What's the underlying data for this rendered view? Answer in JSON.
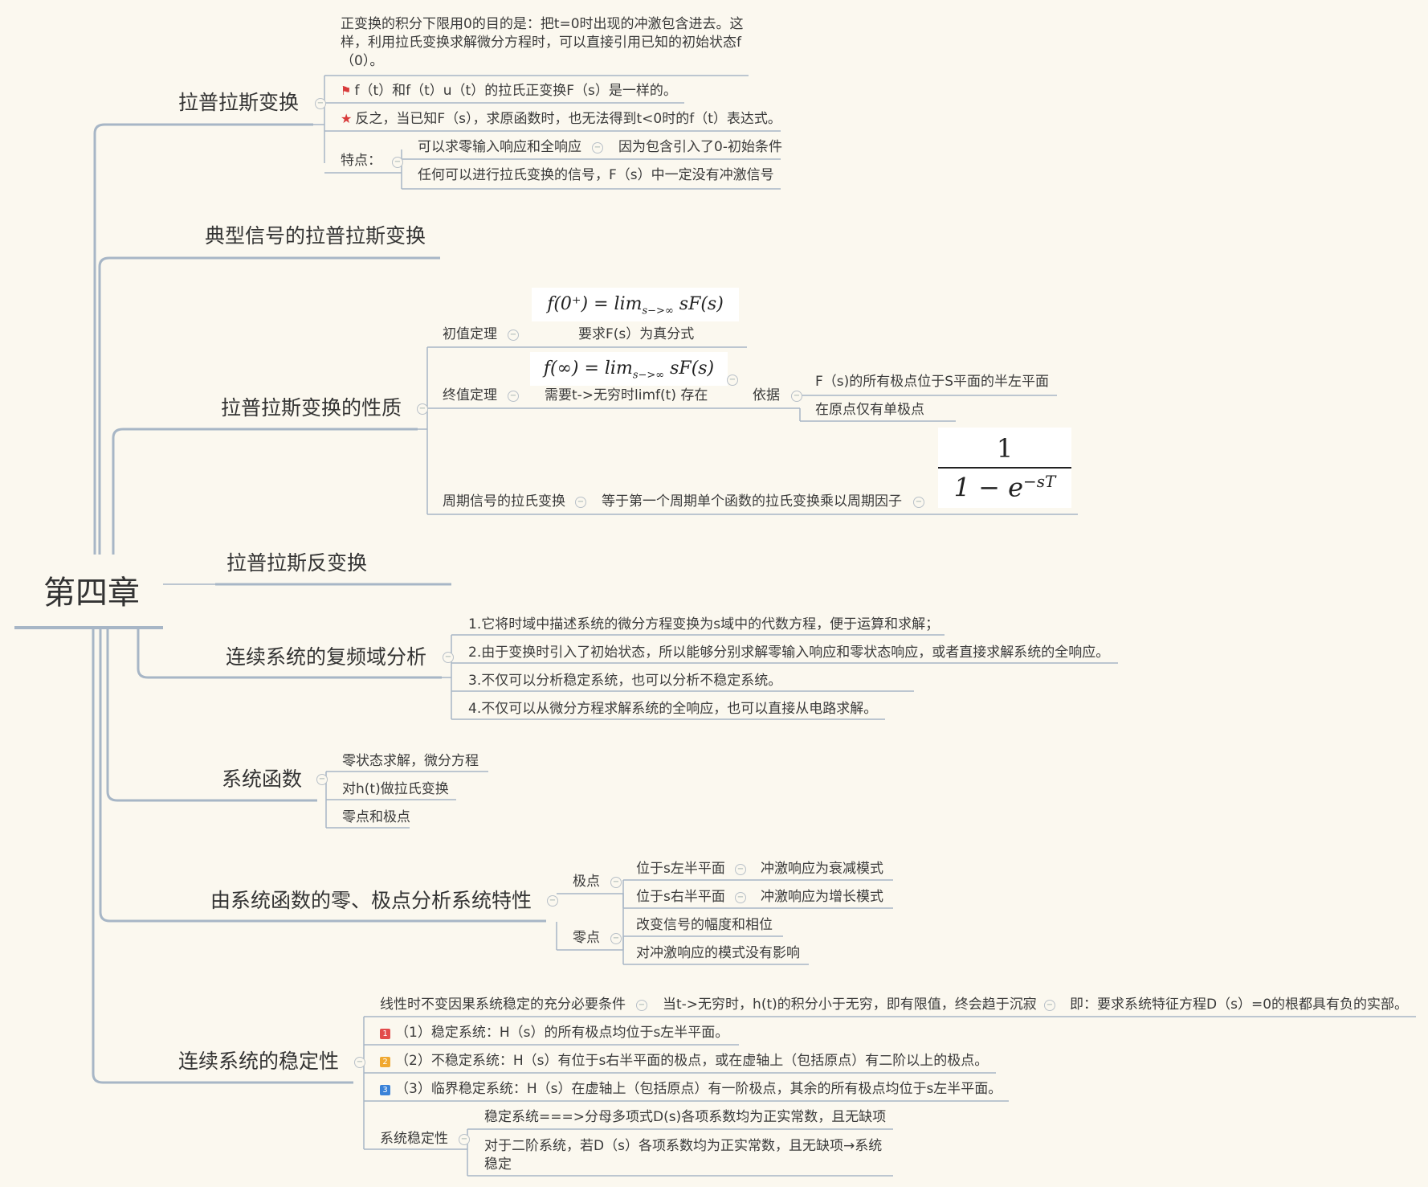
{
  "root": "第四章",
  "laplace": {
    "title": "拉普拉斯变换",
    "note": "正变换的积分下限用0的目的是：把t=0时出现的冲激包含进去。这样，利用拉氏变换求解微分方程时，可以直接引用已知的初始状态f（0）。",
    "item1": "f（t）和f（t）u（t）的拉氏正变换F（s）是一样的。",
    "item2": "反之，当已知F（s），求原函数时，也无法得到t<0时的f（t）表达式。",
    "features_label": "特点：",
    "feature1": "可以求零输入响应和全响应",
    "feature1_reason": "因为包含引入了0-初始条件",
    "feature2": "任何可以进行拉氏变换的信号，F（s）中一定没有冲激信号"
  },
  "typical": {
    "title": "典型信号的拉普拉斯变换"
  },
  "props": {
    "title": "拉普拉斯变换的性质",
    "initial_label": "初值定理",
    "initial_formula_lhs": "f(0⁺) = lim",
    "initial_formula_sub": "s−>∞",
    "initial_formula_rhs": " sF(s)",
    "initial_req": "要求F(s）为真分式",
    "final_label": "终值定理",
    "final_formula_lhs": "f(∞) = lim",
    "final_formula_sub": "s−>∞",
    "final_formula_rhs": " sF(s)",
    "final_req": "需要t->无穷时limf(t) 存在",
    "basis_label": "依据",
    "basis1": "F（s)的所有极点位于S平面的半左平面",
    "basis2": "在原点仅有单极点",
    "periodic_label": "周期信号的拉氏变换",
    "periodic_desc": "等于第一个周期单个函数的拉氏变换乘以周期因子",
    "periodic_num": "1",
    "periodic_den": "1 − e",
    "periodic_den_exp": "−sT"
  },
  "inverse": {
    "title": "拉普拉斯反变换"
  },
  "complex": {
    "title": "连续系统的复频域分析",
    "item1": "1.它将时域中描述系统的微分方程变换为s域中的代数方程，便于运算和求解；",
    "item2": "2.由于变换时引入了初始状态，所以能够分别求解零输入响应和零状态响应，或者直接求解系统的全响应。",
    "item3": "3.不仅可以分析稳定系统，也可以分析不稳定系统。",
    "item4": "4.不仅可以从微分方程求解系统的全响应，也可以直接从电路求解。"
  },
  "sysfunc": {
    "title": "系统函数",
    "item1": "零状态求解，微分方程",
    "item2": "对h(t)做拉氏变换",
    "item3": "零点和极点"
  },
  "zp": {
    "title": "由系统函数的零、极点分析系统特性",
    "pole_label": "极点",
    "pole1": "位于s左半平面",
    "pole1_res": "冲激响应为衰减模式",
    "pole2": "位于s右半平面",
    "pole2_res": "冲激响应为增长模式",
    "zero_label": "零点",
    "zero1": "改变信号的幅度和相位",
    "zero2": "对冲激响应的模式没有影响"
  },
  "stab": {
    "title": "连续系统的稳定性",
    "cond": "线性时不变因果系统稳定的充分必要条件",
    "cond2": "当t->无穷时，h(t)的积分小于无穷，即有限值，终会趋于沉寂",
    "cond3": "即：要求系统特征方程D（s）=0的根都具有负的实部。",
    "m1": "1",
    "item1": "（1）稳定系统：H（s）的所有极点均位于s左半平面。",
    "m2": "2",
    "item2": "（2）不稳定系统：H（s）有位于s右半平面的极点，或在虚轴上（包括原点）有二阶以上的极点。",
    "m3": "3",
    "item3": "（3）临界稳定系统：H（s）在虚轴上（包括原点）有一阶极点，其余的所有极点均位于s左半平面。",
    "sys_label": "系统稳定性",
    "sys1": "稳定系统===>分母多项式D(s)各项系数均为正实常数，且无缺项",
    "sys2": "对于二阶系统，若D（s）各项系数均为正实常数，且无缺项→系统稳定"
  },
  "colors": {
    "line": "#a7b6c6",
    "background": "#fbf8ef",
    "marker_red": "#e24b4b",
    "marker_orange": "#f0a830",
    "marker_blue": "#3a82d8"
  }
}
